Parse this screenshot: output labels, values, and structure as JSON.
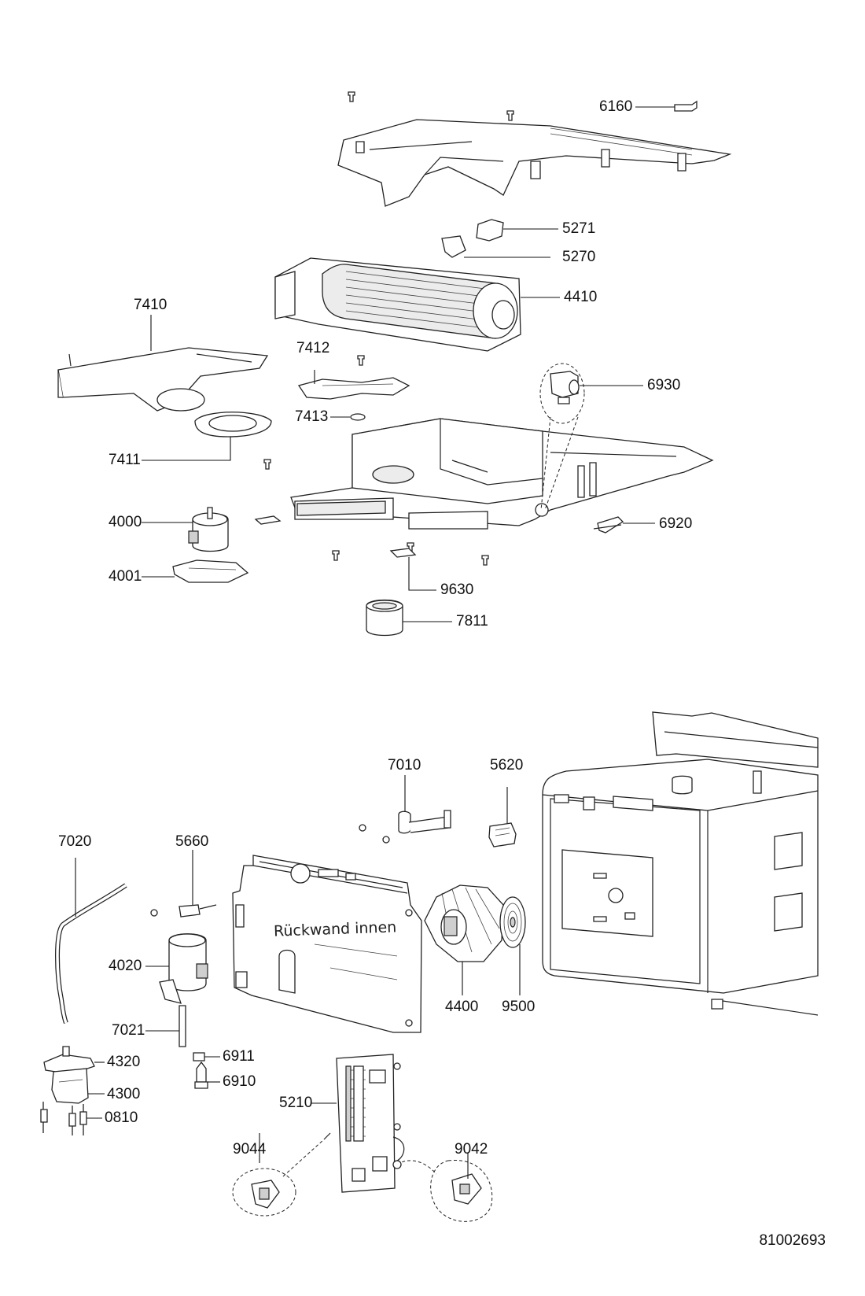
{
  "parts": {
    "p6160": "6160",
    "p5271": "5271",
    "p5270": "5270",
    "p4410": "4410",
    "p7410": "7410",
    "p7412": "7412",
    "p6930": "6930",
    "p7413": "7413",
    "p7411": "7411",
    "p4000": "4000",
    "p6920": "6920",
    "p4001": "4001",
    "p9630": "9630",
    "p7811": "7811",
    "p7010": "7010",
    "p5620": "5620",
    "p7020": "7020",
    "p5660": "5660",
    "p4020": "4020",
    "p7021": "7021",
    "p4400": "4400",
    "p9500": "9500",
    "p6911": "6911",
    "p4320": "4320",
    "p6910": "6910",
    "p4300": "4300",
    "p5210": "5210",
    "p0810": "0810",
    "p9044": "9044",
    "p9042": "9042"
  },
  "wall_note": "Rückwand innen",
  "document_number": "81002693"
}
